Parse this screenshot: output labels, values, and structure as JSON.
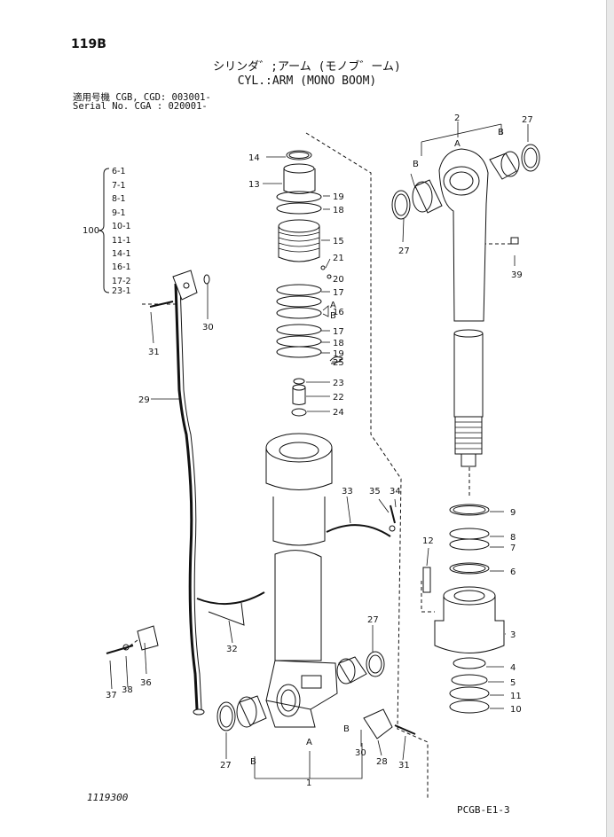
{
  "header": {
    "page_number": "119B",
    "title_jp": "シリンダ゛;アーム (モノブ゛ーム)",
    "title_en": "CYL.:ARM (MONO BOOM)",
    "serial_line1": "適用号機 CGB, CGD: 003001-",
    "serial_line2": "Serial No. CGA    : 020001-"
  },
  "footer": {
    "drawing_no": "1119300",
    "sheet_code": "PCGB-E1-3"
  },
  "kit": {
    "number": "100",
    "items": [
      "6-1",
      "7-1",
      "8-1",
      "9-1",
      "10-1",
      "11-1",
      "14-1",
      "16-1",
      "17-2",
      "23-1"
    ]
  },
  "callouts": {
    "c1": "1",
    "c2": "2",
    "c3": "3",
    "c4": "4",
    "c5": "5",
    "c6": "6",
    "c7": "7",
    "c8": "8",
    "c9": "9",
    "c10": "10",
    "c11": "11",
    "c12": "12",
    "c13": "13",
    "c14": "14",
    "c15": "15",
    "c16": "16",
    "c17a": "17",
    "c17b": "17",
    "c18a": "18",
    "c18b": "18",
    "c19a": "19",
    "c19b": "19",
    "c20": "20",
    "c21": "21",
    "c22": "22",
    "c23": "23",
    "c24": "24",
    "c25": "25",
    "c27a": "27",
    "c27b": "27",
    "c27c": "27",
    "c27d": "27",
    "c28": "28",
    "c29": "29",
    "c30a": "30",
    "c30b": "30",
    "c31a": "31",
    "c31b": "31",
    "c32": "32",
    "c33": "33",
    "c34": "34",
    "c35": "35",
    "c36": "36",
    "c37": "37",
    "c38": "38",
    "c39": "39",
    "a_top": "A",
    "b_top_left": "B",
    "b_top_right": "B",
    "a_bottom": "A",
    "b_bottom_left": "B",
    "b_bottom_right": "B",
    "a_seal": "A",
    "b_seal": "B"
  }
}
